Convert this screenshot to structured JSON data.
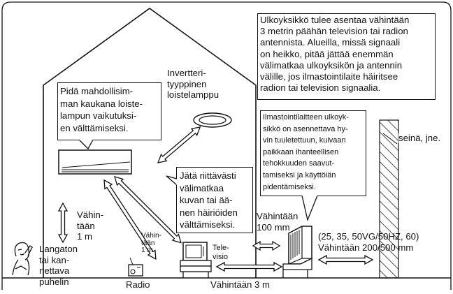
{
  "notes": {
    "outdoor_distance": "Ulkoyksikkö tulee asentaa vähintään\n3 metrin päähän television tai radion\nantennista. Alueilla, missä signaali\non heikko, pitää jättää enemmän\nvälimatkaa ulkoyksikön ja antennin\nvälille, jos ilmastointilaite häiritsee\nradion tai television signaalia.",
    "fluorescent_distance": "Pidä mahdollisim-\nman kaukana loiste-\nlampun vaikutuksi-\nen välttämiseksi.",
    "enough_distance": "Jätä riittävästi\nvälimatkaa\nkuvan tai ää-\nnen häiriöiden\nvälttämiseksi.",
    "outdoor_ventilation": "Ilmastointilaitteen ulkoyk-\nsikkö on asennettava hy-\nvin tuuletettuun, kuivaan\npaikkaan ihanteellisen\ntehokkuuden saavut-\ntamiseksi ja käyttöiän\npidentämiseksi."
  },
  "labels": {
    "inverter_lamp": "Invertteri-\ntyyppinen\nloistelamppu",
    "wall": "seinä, jne.",
    "min_1m_phone": "Vähin-\ntään\n1 m",
    "min_1m_radio": "Vähin-\ntään\n1 m",
    "phone": "Langaton\ntai kan-\nnettava\npuhelin",
    "radio": "Radio",
    "tv": "Tele-\nvisio",
    "min_100mm": "Vähintään\n100 mm",
    "models": "(25, 35, 50VG/50HZ, 60)",
    "min_200_500mm": "Vähintään 200/500 mm",
    "min_3m": "Vähintään 3 m"
  }
}
